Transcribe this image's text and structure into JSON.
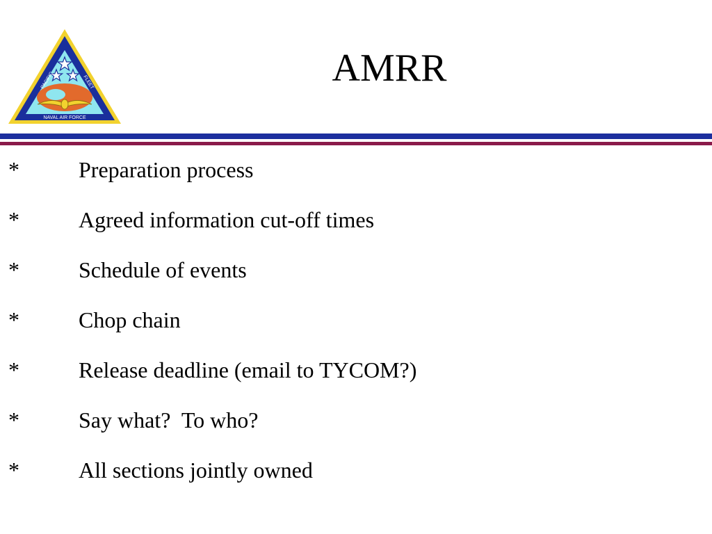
{
  "slide": {
    "title": "AMRR",
    "colors": {
      "rule_blue": "#1c2f9e",
      "rule_maroon": "#8a1a4a",
      "logo_blue": "#1a2f9c",
      "logo_yellow": "#f2d22e",
      "logo_cyan": "#8fe6ef",
      "logo_orange": "#e26a2c"
    },
    "logo": {
      "icon": "pacific-fleet-naval-air-force-emblem-icon",
      "label_left": "PACIFIC",
      "label_right": "FLEET",
      "label_bottom": "NAVAL AIR FORCE"
    },
    "bullet_marker": "*",
    "bullets": [
      "Preparation process",
      "Agreed information cut-off times",
      "Schedule of events",
      "Chop chain",
      "Release deadline (email to TYCOM?)",
      "Say what?  To who?",
      "All sections jointly owned"
    ]
  }
}
